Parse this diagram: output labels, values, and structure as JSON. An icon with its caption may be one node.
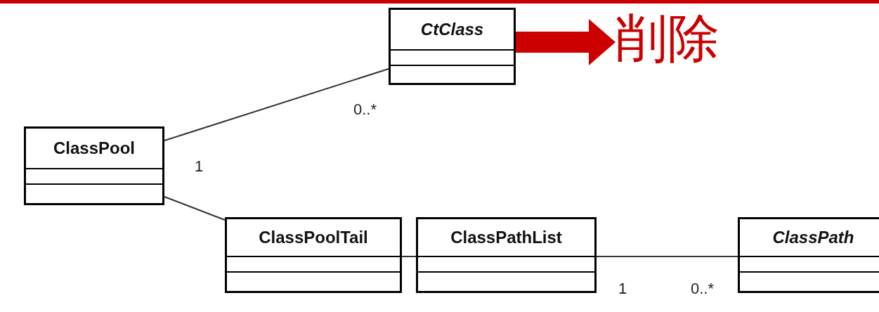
{
  "diagram": {
    "nodes": [
      {
        "text": [
          "ClassPool"
        ]
      },
      {
        "text": [
          "CtClass"
        ]
      },
      {
        "text": [
          "ClassPoolTail"
        ]
      },
      {
        "text": [
          "ClassPathList"
        ]
      },
      {
        "text": [
          "ClassPath"
        ]
      },
      {
        "text": [
          "削除"
        ]
      }
    ],
    "edges": [
      {
        "from": 0,
        "to": 1,
        "arrow": "none"
      },
      {
        "from": 0,
        "to": 2,
        "arrow": "none"
      },
      {
        "from": 2,
        "to": 3,
        "arrow": "none"
      },
      {
        "from": 3,
        "to": 4,
        "arrow": "none"
      },
      {
        "from": 1,
        "to": 5,
        "arrow": "to",
        "style": "thick",
        "color": "#cc0000"
      }
    ],
    "labels": [
      "0..*",
      "1",
      "1",
      "0..*"
    ]
  }
}
